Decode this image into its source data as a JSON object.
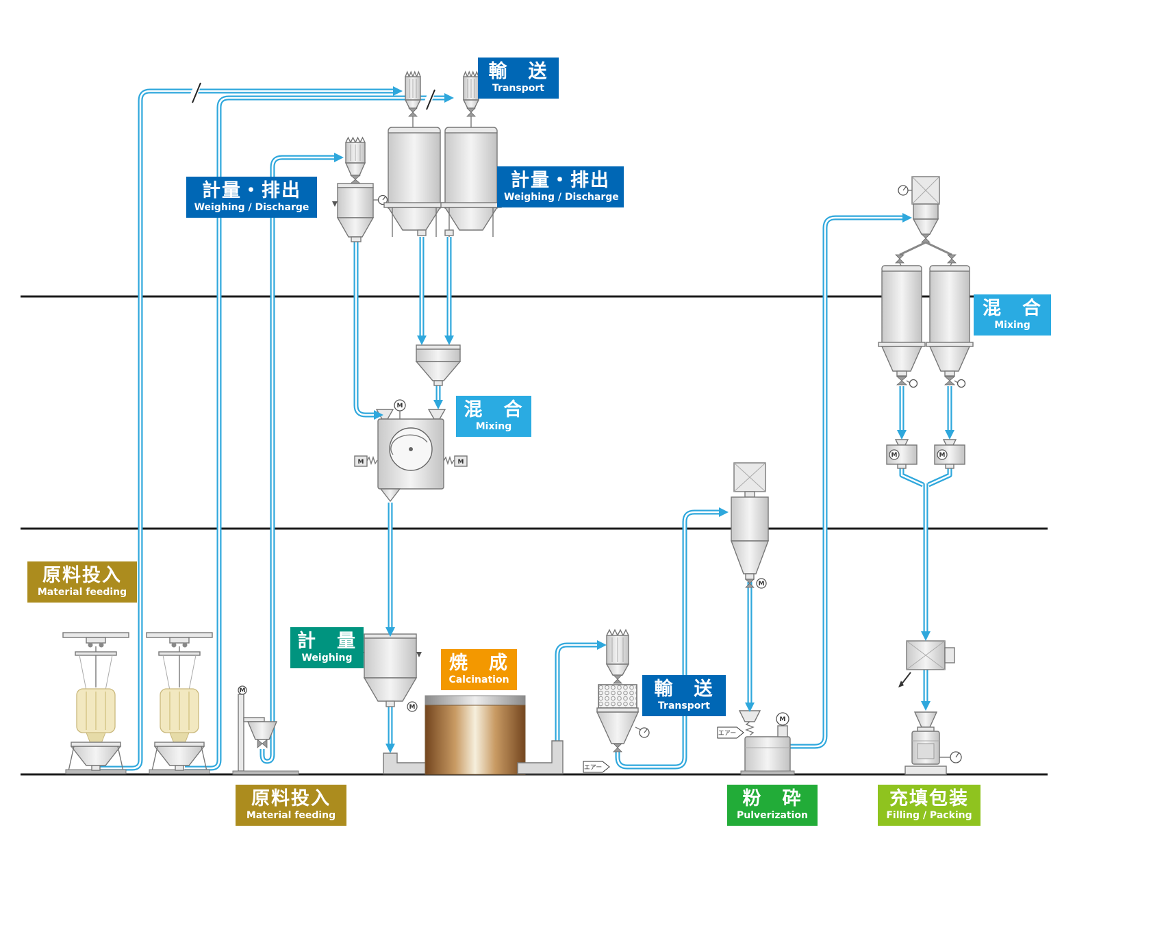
{
  "labels": {
    "transport_top": {
      "jp": "輸　送",
      "en": "Transport"
    },
    "weighing_discharge_left": {
      "jp": "計量・排出",
      "en": "Weighing / Discharge"
    },
    "weighing_discharge_right": {
      "jp": "計量・排出",
      "en": "Weighing / Discharge"
    },
    "mixing_center": {
      "jp": "混　合",
      "en": "Mixing"
    },
    "mixing_right": {
      "jp": "混　合",
      "en": "Mixing"
    },
    "material_feeding_left": {
      "jp": "原料投入",
      "en": "Material feeding"
    },
    "weighing_center": {
      "jp": "計　量",
      "en": "Weighing"
    },
    "calcination": {
      "jp": "焼　成",
      "en": "Calcination"
    },
    "transport_mid": {
      "jp": "輸　送",
      "en": "Transport"
    },
    "material_feeding_bottom": {
      "jp": "原料投入",
      "en": "Material feeding"
    },
    "pulverization": {
      "jp": "粉　砕",
      "en": "Pulverization"
    },
    "filling_packing": {
      "jp": "充填包装",
      "en": "Filling / Packing"
    }
  },
  "annotations": {
    "air_label": "エアー",
    "motor_label": "M"
  },
  "colors": {
    "process_blue": "#0067b5",
    "mixing_blue": "#2aabe2",
    "feeding_gold": "#ac8c1e",
    "weighing_teal": "#00947f",
    "calcination_orange": "#f39800",
    "pulverization_green": "#22ac38",
    "filling_green": "#8fc31f",
    "pipe_blue": "#2ea7dc"
  }
}
